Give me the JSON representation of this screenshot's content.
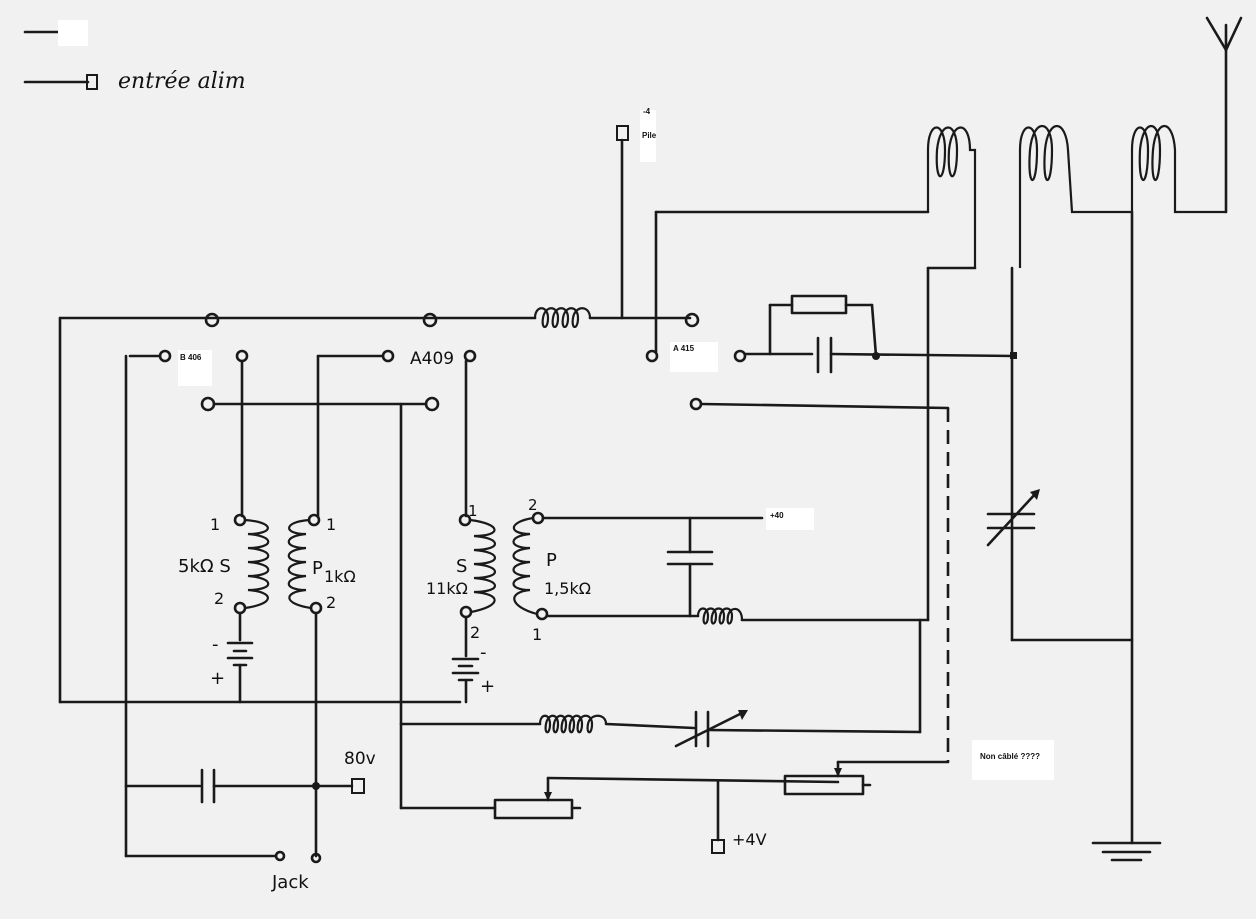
{
  "legend": {
    "entree_alim": "entrée alim"
  },
  "labels": {
    "pile_minus": "-4",
    "pile": "Pile",
    "b406": "B 406",
    "a409": "A409",
    "a415": "A 415",
    "plus40": "+40",
    "non_cable": "Non câblé ????",
    "v80": "80v",
    "plus4v": "+4V",
    "jack": "Jack"
  },
  "transformer1": {
    "s_label": "5kΩ S",
    "p_label": "P",
    "p_value": "1kΩ",
    "pin1_left": "1",
    "pin2_left": "2",
    "pin1_right": "1",
    "pin2_right": "2"
  },
  "transformer2": {
    "s_label": "S",
    "s_value": "11kΩ",
    "p_label": "P",
    "p_value": "1,5kΩ",
    "pin1_left": "1",
    "pin2_left": "2",
    "pin2_right": "2",
    "pin1_right": "1"
  },
  "battery": {
    "minus": "-",
    "plus": "+"
  }
}
